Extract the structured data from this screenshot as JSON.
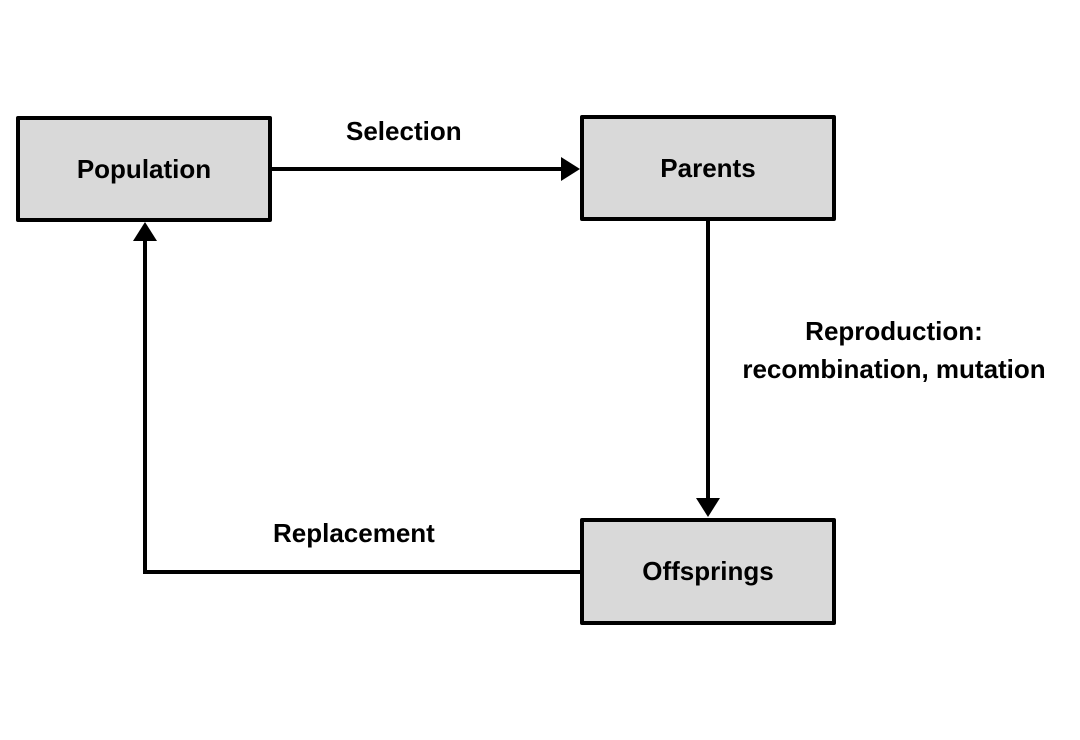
{
  "colors": {
    "node_fill": "#d9d9d9",
    "stroke": "#000000",
    "background": "#ffffff"
  },
  "nodes": {
    "population": "Population",
    "parents": "Parents",
    "offsprings": "Offsprings"
  },
  "edges": {
    "selection": "Selection",
    "reproduction_line1": "Reproduction:",
    "reproduction_line2": "recombination, mutation",
    "replacement": "Replacement"
  }
}
